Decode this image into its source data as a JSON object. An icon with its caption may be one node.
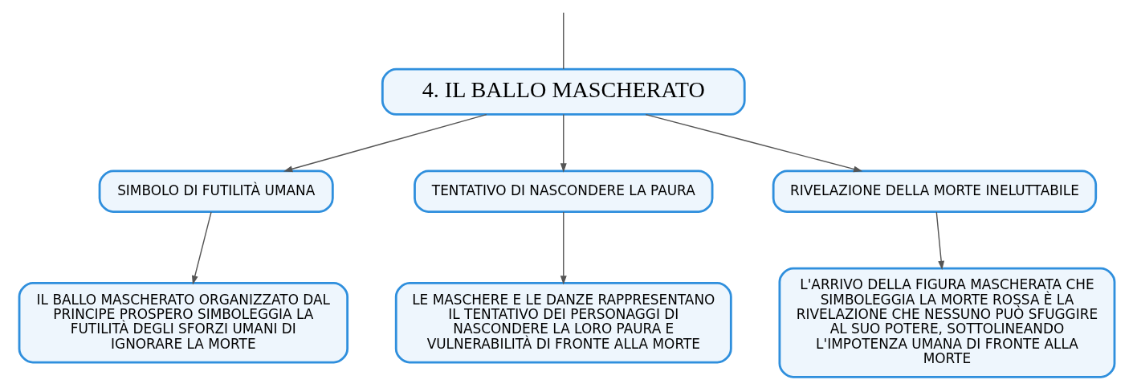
{
  "diagram": {
    "nodes": [
      {
        "text": [
          "4. IL BALLO MASCHERATO"
        ]
      },
      {
        "text": [
          "SIMBOLO DI FUTILITÀ UMANA"
        ]
      },
      {
        "text": [
          "TENTATIVO DI NASCONDERE LA PAURA"
        ]
      },
      {
        "text": [
          "RIVELAZIONE DELLA MORTE INELUTTABILE"
        ]
      },
      {
        "text": [
          "IL BALLO MASCHERATO ORGANIZZATO DAL PRINCIPE PROSPERO SIMBOLEGGIA LA FUTILITÀ DEGLI SFORZI UMANI DI IGNORARE LA MORTE"
        ]
      },
      {
        "text": [
          "LE MASCHERE E LE DANZE RAPPRESENTANO IL TENTATIVO DEI PERSONAGGI DI NASCONDERE LA LORO PAURA E VULNERABILITÀ DI FRONTE ALLA MORTE"
        ]
      },
      {
        "text": [
          "L'ARRIVO DELLA FIGURA MASCHERATA CHE SIMBOLEGGIA LA MORTE ROSSA È LA RIVELAZIONE CHE NESSUNO PUÒ SFUGGIRE AL SUO POTERE, SOTTOLINEANDO L'IMPOTENZA UMANA DI FRONTE ALLA MORTE"
        ]
      }
    ],
    "edges": [
      {
        "from": null,
        "to": 0,
        "arrow": "none"
      },
      {
        "from": 0,
        "to": 1,
        "arrow": "to"
      },
      {
        "from": 0,
        "to": 2,
        "arrow": "to"
      },
      {
        "from": 0,
        "to": 3,
        "arrow": "to"
      },
      {
        "from": 1,
        "to": 4,
        "arrow": "to"
      },
      {
        "from": 2,
        "to": 5,
        "arrow": "to"
      },
      {
        "from": 3,
        "to": 6,
        "arrow": "to"
      }
    ]
  }
}
